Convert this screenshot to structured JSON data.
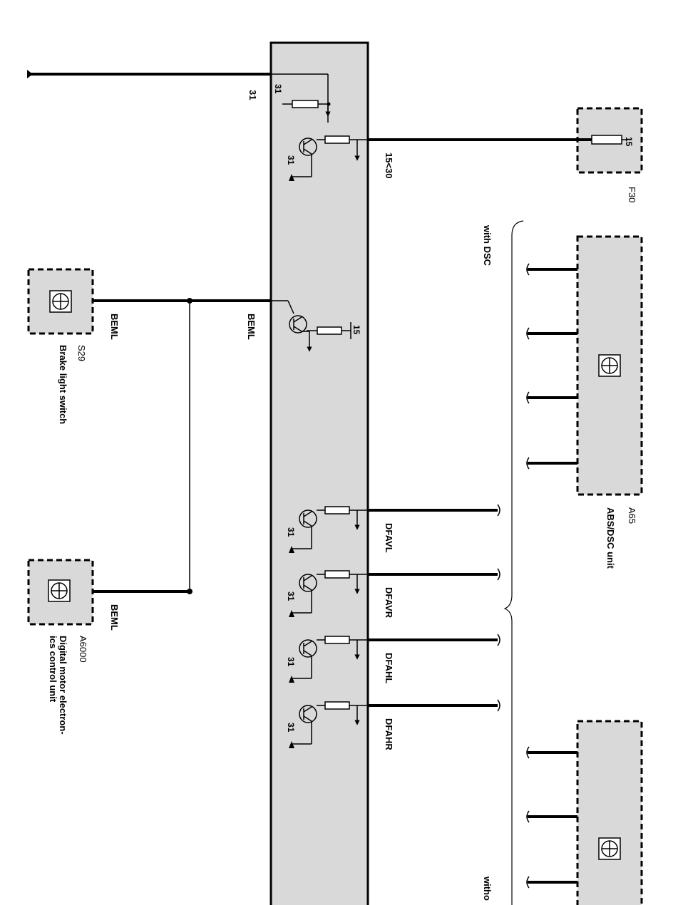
{
  "ground_pin": "31",
  "module_ground_pin": "31",
  "supply_pin": "15<30",
  "beml_pin": "15",
  "fuse": {
    "id": "F30",
    "pin": "15"
  },
  "switch": {
    "id": "S29",
    "name": "Brake light switch",
    "signal": "BEML"
  },
  "dme": {
    "id": "A6000",
    "name_line1": "Digital motor electron-",
    "name_line2": "ics control unit",
    "signal": "BEML"
  },
  "module_signal": "BEML",
  "abs": {
    "id": "A65",
    "name": "ABS/DSC unit"
  },
  "variant_with": "with DSC",
  "variant_without": "witho",
  "outputs": [
    {
      "signal": "DFAVL",
      "ground": "31"
    },
    {
      "signal": "DFAVR",
      "ground": "31"
    },
    {
      "signal": "DFAHL",
      "ground": "31"
    },
    {
      "signal": "DFAHR",
      "ground": "31"
    }
  ]
}
